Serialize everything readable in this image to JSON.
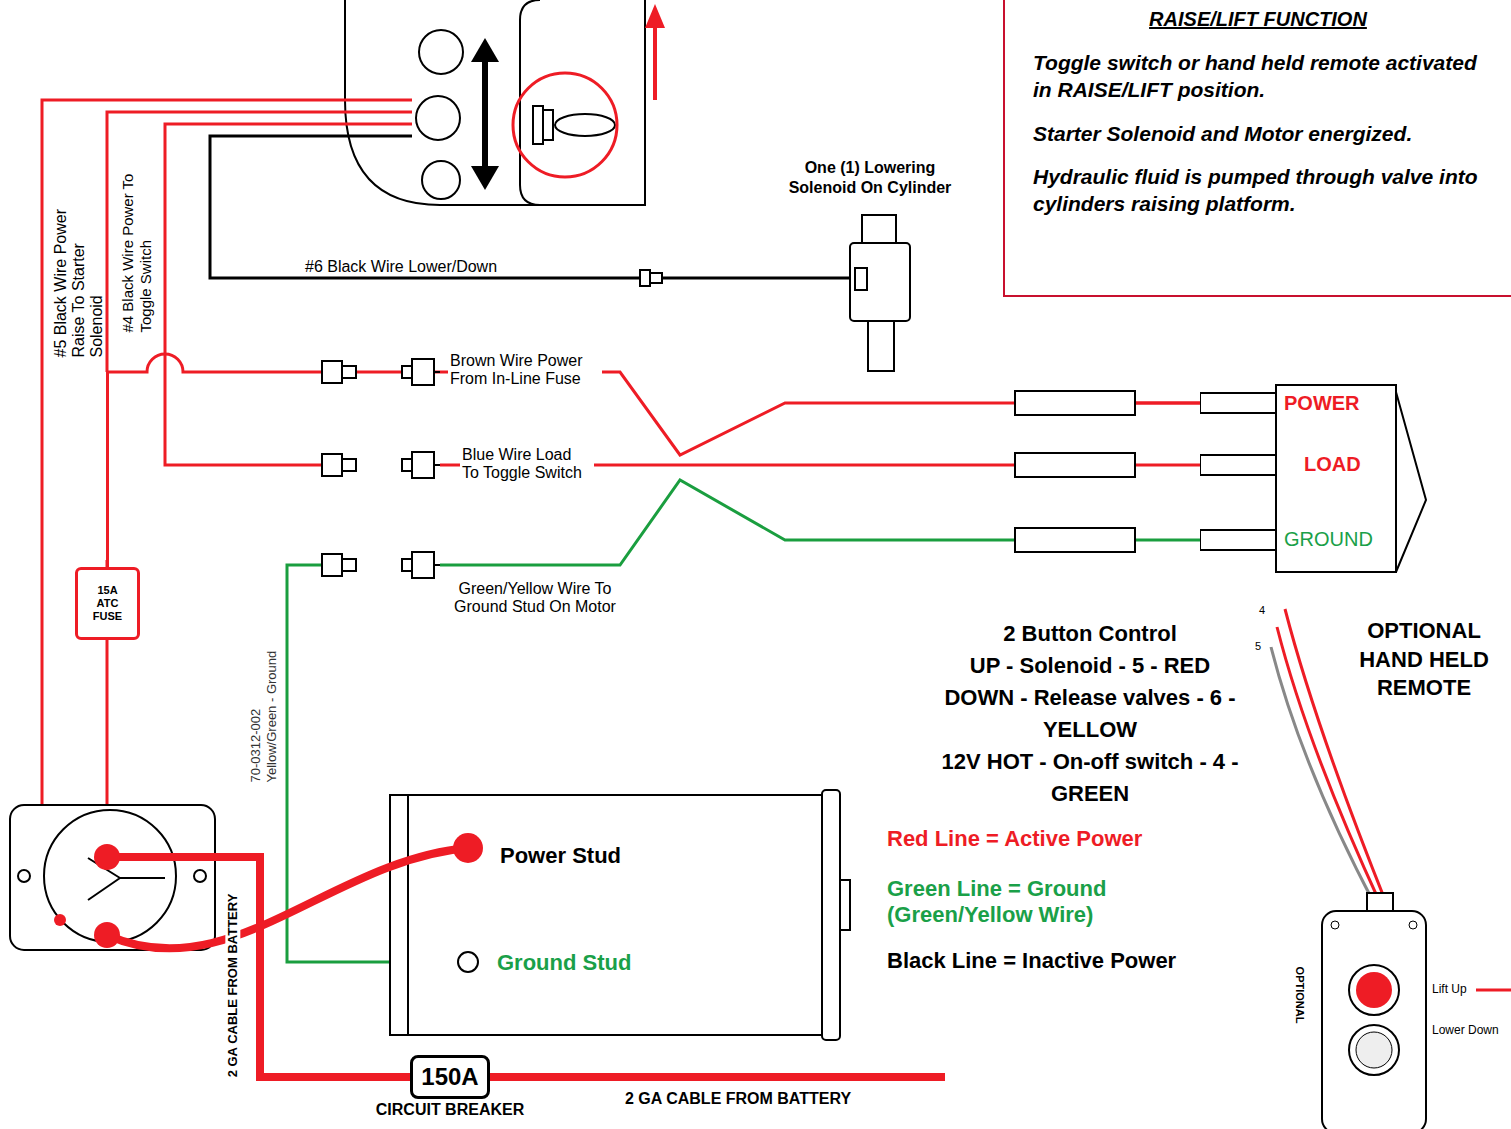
{
  "diagram": {
    "nodes": [
      {
        "text": [
          "RAISE/LIFT FUNCTION",
          "Toggle switch or hand held remote activated in RAISE/LIFT position.",
          "Starter Solenoid and Motor energized.",
          "Hydraulic fluid is pumped through valve into cylinders raising platform."
        ]
      },
      {
        "text": [
          "POWER",
          "LOAD",
          "GROUND"
        ]
      },
      {
        "text": [
          "15A ATC FUSE"
        ]
      },
      {
        "text": [
          "150A",
          "CIRCUIT BREAKER"
        ]
      },
      {
        "text": [
          "OPTIONAL HAND HELD REMOTE",
          "OPTIONAL",
          "Lift Up",
          "Lower Down"
        ]
      }
    ],
    "edges": [
      {
        "from": 2,
        "to": 1,
        "arrow": "none"
      }
    ],
    "labels": [
      "#5 Black Wire Power Raise To Starter Solenoid",
      "#4 Black Wire Power To Toggle Switch",
      "#6 Black Wire Lower/Down",
      "One (1) Lowering Solenoid On Cylinder",
      "Brown Wire Power From In-Line Fuse",
      "Blue Wire Load To Toggle Switch",
      "Green/Yellow Wire To Ground Stud On Motor",
      "70-0312-002 Yellow/Green - Ground",
      "2 Button Control",
      "UP - Solenoid - 5 - RED",
      "DOWN - Release valves - 6 - YELLOW",
      "12V HOT - On-off switch - 4 - GREEN",
      "Power Stud",
      "Ground Stud",
      "2 GA CABLE FROM BATTERY",
      "2 GA CABLE FROM BATTERY",
      "4",
      "5"
    ],
    "legend": [
      {
        "text": "Red Line = Active Power",
        "color": "#ee1c25"
      },
      {
        "text": "Green Line = Ground (Green/Yellow Wire)",
        "color": "#1aa048"
      },
      {
        "text": "Black Line = Inactive Power",
        "color": "#000000"
      }
    ]
  }
}
